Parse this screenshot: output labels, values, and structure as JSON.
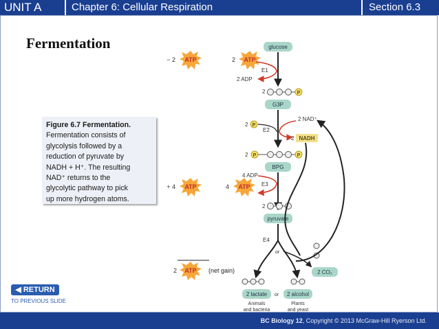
{
  "header": {
    "unit": "UNIT A",
    "chapter": "Chapter 6: Cellular Respiration",
    "section": "Section 6.3"
  },
  "title": "Fermentation",
  "caption": {
    "label": "Figure 6.7 Fermentation.",
    "lines": [
      "Fermentation consists of",
      "glycolysis followed by a",
      "reduction of pyruvate by",
      "NADH + H⁺. The resulting",
      "NAD⁺ returns to the",
      "glycolytic pathway to pick",
      "up more hydrogen atoms."
    ]
  },
  "diagram": {
    "atp": "ATP",
    "minus_two": "− 2",
    "two": "2",
    "plus_four": "+ 4",
    "four": "4",
    "glucose": "glucose",
    "e1": "E1",
    "two_adp": "2 ADP",
    "p": "P",
    "g3p": "G3P",
    "two_nad": "2 NAD⁺",
    "e2": "E2",
    "nadh": "NADH",
    "bpg": "BPG",
    "four_adp": "4 ADP",
    "e3": "E3",
    "pyruvate": "pyruvate",
    "e4": "E4",
    "or": "or",
    "two_co2": "2 CO₂",
    "net_gain": "(net gain)",
    "two_lactate": "2 lactate",
    "two_alcohol": "2 alcohol",
    "animals_line1": "Animals",
    "animals_line2": "and bacteria",
    "plants_line1": "Plants",
    "plants_line2": "and yeast"
  },
  "nav": {
    "return_label": "RETURN",
    "return_sub": "TO PREVIOUS SLIDE"
  },
  "footer": {
    "book": "BC Biology 12",
    "copyright": ", Copyright © 2013 McGraw-Hill Ryerson Ltd."
  },
  "colors": {
    "header_bg": "#1a3f91",
    "atp_burst": "#f7a63a",
    "atp_text": "#c0302a",
    "phosphate": "#f4e06a",
    "molecule_box": "#a9d6c9",
    "arrow_red": "#d03a2a",
    "nadh_box": "#f2e18a"
  }
}
